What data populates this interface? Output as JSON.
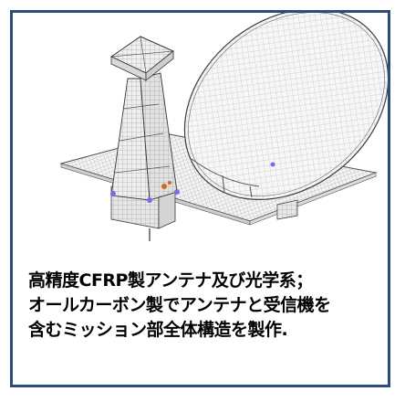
{
  "caption": {
    "lines": [
      "高精度CFRP製アンテナ及び光学系；",
      "オールカーボン製でアンテナと受信機を",
      "含むミッション部全体構造を製作."
    ]
  },
  "figure": {
    "description_icon": "satellite-antenna-fem-model",
    "colors": {
      "frame_border": "#2e4c7b",
      "mesh_fill": "#f3f3f3",
      "mesh_line": "#8a8a8a",
      "outline": "#3a3a3a",
      "accent_joint": "#6a5acd",
      "accent_orange": "#d2691e"
    }
  }
}
